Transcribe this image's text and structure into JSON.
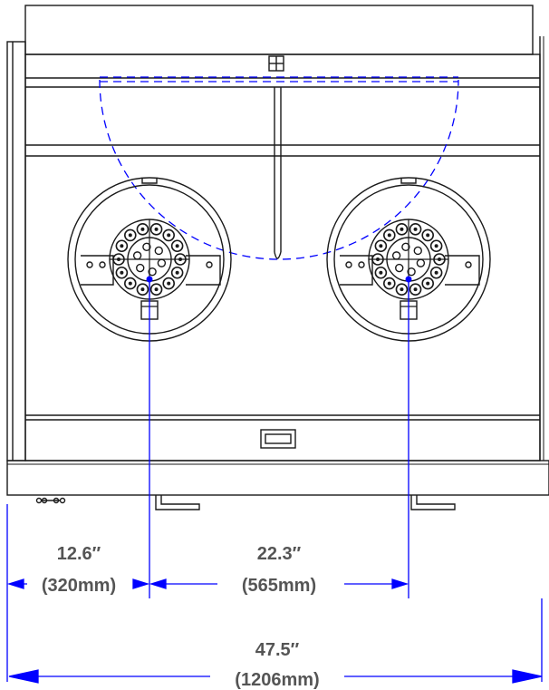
{
  "dimensions": {
    "left_offset": {
      "inches": "12.6″",
      "mm": "(320mm)"
    },
    "center_spacing": {
      "inches": "22.3″",
      "mm": "(565mm)"
    },
    "overall_width": {
      "inches": "47.5″",
      "mm": "(1206mm)"
    }
  },
  "colors": {
    "outline": "#1a1a1a",
    "dimension": "#0000ff",
    "dim_text": "#555555",
    "background": "#ffffff"
  },
  "icons": {
    "nozzle_assembly": "bolt-circle-icon",
    "handle": "handle-icon"
  }
}
